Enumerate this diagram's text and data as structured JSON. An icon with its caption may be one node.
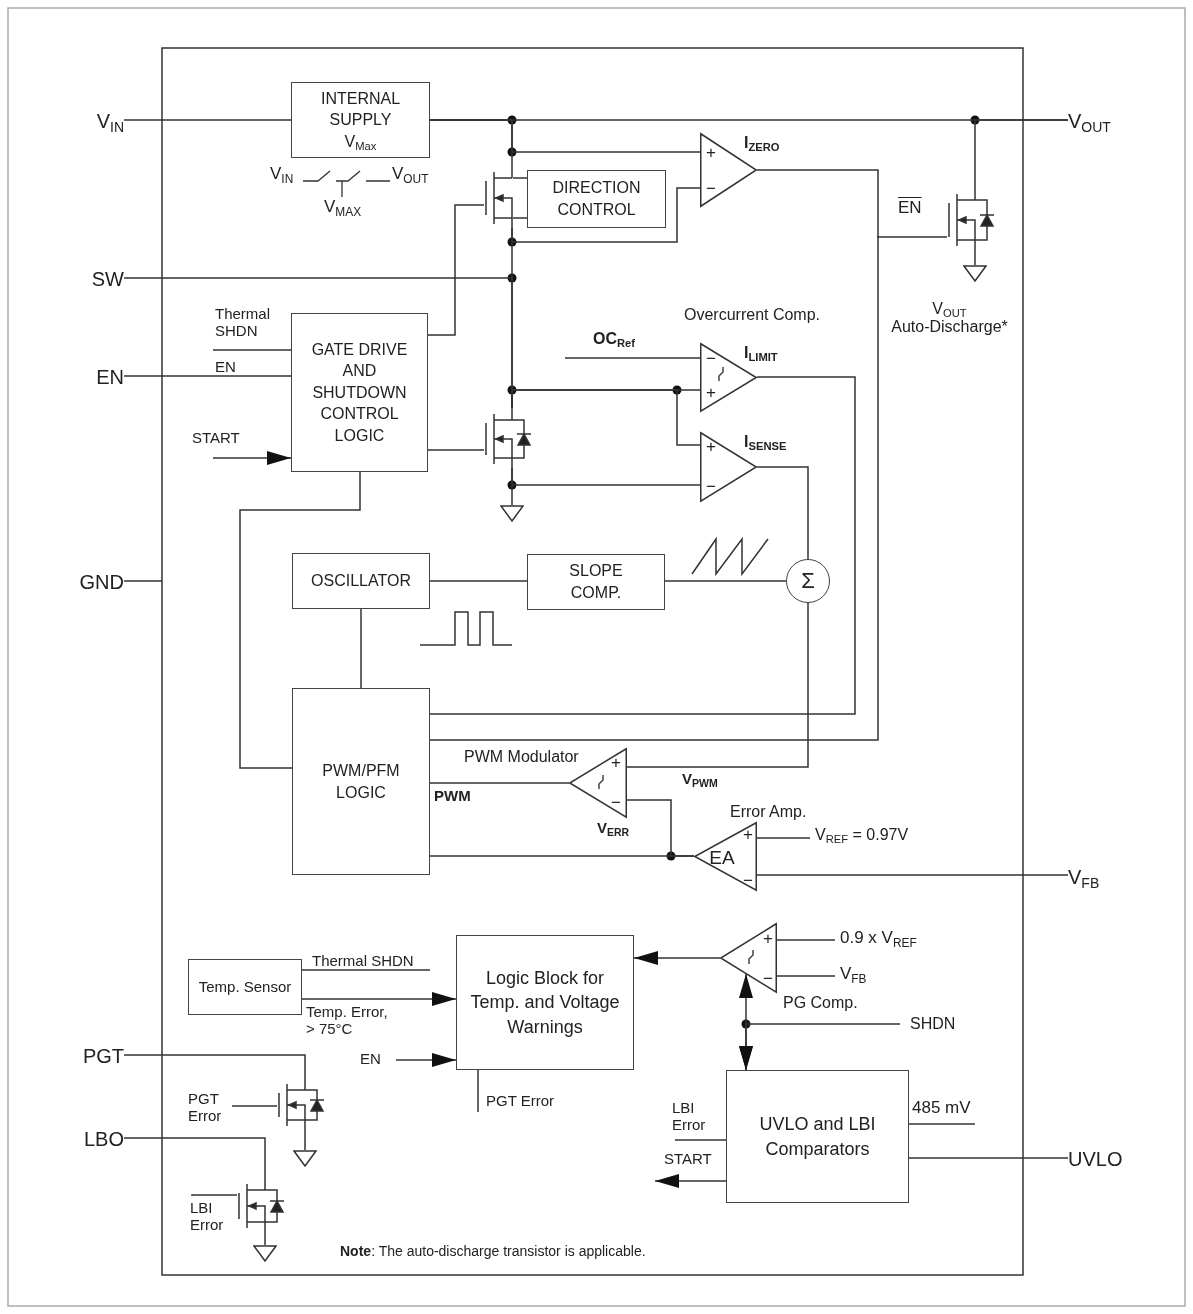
{
  "diagram": {
    "nodes": [
      {
        "text": [
          "V$_{IN}$"
        ]
      },
      {
        "text": [
          "SW"
        ]
      },
      {
        "text": [
          "EN"
        ]
      },
      {
        "text": [
          "GND"
        ]
      },
      {
        "text": [
          "PGT"
        ]
      },
      {
        "text": [
          "LBO"
        ]
      },
      {
        "text": [
          "V$_{OUT}$"
        ]
      },
      {
        "text": [
          "V$_{FB}$"
        ]
      },
      {
        "text": [
          "UVLO"
        ]
      },
      {
        "text": [
          "INTERNAL SUPPLY V$_{Max}$"
        ],
        "beside": [
          "V$_{IN}$",
          "V$_{OUT}$",
          "V$_{MAX}$"
        ]
      },
      {
        "text": [
          "DIRECTION CONTROL"
        ]
      },
      {
        "text": [
          "+",
          "−",
          "I$_{ZERO}$"
        ]
      },
      {
        "text": [
          "GATE DRIVE AND SHUTDOWN CONTROL LOGIC"
        ]
      },
      {
        "text": [
          "Overcurrent Comp.",
          "I$_{LIMIT}$",
          "−",
          "+"
        ]
      },
      {
        "text": [
          "+",
          "−",
          "I$_{SENSE}$"
        ]
      },
      {
        "text": [
          "OSCILLATOR"
        ]
      },
      {
        "text": [
          "SLOPE COMP."
        ]
      },
      {
        "text": [
          "Σ"
        ]
      },
      {
        "text": [
          "PWM/PFM LOGIC"
        ]
      },
      {
        "text": [
          "PWM Modulator",
          "+",
          "−"
        ]
      },
      {
        "text": [
          "Error Amp.",
          "EA",
          "+",
          "−"
        ]
      },
      {
        "text": [
          "Temp. Sensor"
        ]
      },
      {
        "text": [
          "Logic Block for Temp. and Voltage Warnings"
        ]
      },
      {
        "text": [
          "+",
          "−",
          "PG Comp."
        ]
      },
      {
        "text": [
          "UVLO and LBI Comparators"
        ]
      },
      {
        "text": [],
        "shape": "transistor"
      },
      {
        "text": [],
        "shape": "transistor"
      },
      {
        "text": [],
        "shape": "transistor"
      },
      {
        "text": [],
        "shape": "transistor"
      },
      {
        "text": [],
        "shape": "transistor"
      },
      {
        "text": [],
        "shape": "ground"
      },
      {
        "text": [],
        "shape": "ground"
      },
      {
        "text": [],
        "shape": "ground"
      },
      {
        "text": [],
        "shape": "ground"
      },
      {
        "text": [
          "EN"
        ]
      },
      {
        "text": [
          "PGT Error"
        ]
      },
      {
        "text": [
          "LBI Error"
        ]
      }
    ],
    "edges": [
      {
        "from": 0,
        "to": 9,
        "arrow": "none"
      },
      {
        "from": 9,
        "to": 6,
        "arrow": "none"
      },
      {
        "from": 1,
        "to": 26,
        "arrow": "none"
      },
      {
        "from": 2,
        "to": 12,
        "arrow": "none",
        "label": "EN"
      },
      {
        "from": null,
        "to": 12,
        "arrow": "none",
        "label": "Thermal SHDN"
      },
      {
        "from": null,
        "to": 12,
        "arrow": "to",
        "label": "START"
      },
      {
        "from": 12,
        "to": 25,
        "arrow": "none"
      },
      {
        "from": 12,
        "to": 26,
        "arrow": "none"
      },
      {
        "from": 12,
        "to": 18,
        "arrow": "none"
      },
      {
        "from": 3,
        "to": null,
        "arrow": "none"
      },
      {
        "from": 11,
        "to": 18,
        "arrow": "none"
      },
      {
        "from": 13,
        "to": 18,
        "arrow": "none"
      },
      {
        "from": 14,
        "to": 17,
        "arrow": "none"
      },
      {
        "from": null,
        "to": 13,
        "arrow": "none",
        "label": "OC$_{Ref}$"
      },
      {
        "from": 15,
        "to": 16,
        "arrow": "none"
      },
      {
        "from": 16,
        "to": 17,
        "arrow": "none"
      },
      {
        "from": 15,
        "to": 18,
        "arrow": "none"
      },
      {
        "from": 17,
        "to": 19,
        "arrow": "none",
        "label": "V$_{PWM}$"
      },
      {
        "from": 19,
        "to": 18,
        "arrow": "none",
        "label": "PWM"
      },
      {
        "from": 20,
        "to": 19,
        "arrow": "none",
        "label": "V$_{ERR}$"
      },
      {
        "from": 20,
        "to": 18,
        "arrow": "none"
      },
      {
        "from": null,
        "to": 20,
        "arrow": "none",
        "label": "V$_{REF}$ = 0.97V"
      },
      {
        "from": 7,
        "to": 20,
        "arrow": "none"
      },
      {
        "from": 21,
        "to": null,
        "arrow": "none",
        "label": "Thermal SHDN"
      },
      {
        "from": 21,
        "to": 22,
        "arrow": "to",
        "label": "Temp. Error, > 75°C"
      },
      {
        "from": null,
        "to": 22,
        "arrow": "to",
        "label": "EN"
      },
      {
        "from": 22,
        "to": null,
        "arrow": "none",
        "label": "PGT Error"
      },
      {
        "from": 23,
        "to": 22,
        "arrow": "to"
      },
      {
        "from": null,
        "to": 23,
        "arrow": "none",
        "label": "0.9 x V$_{REF}$"
      },
      {
        "from": null,
        "to": 23,
        "arrow": "none",
        "label": "V$_{FB}$"
      },
      {
        "from": 23,
        "to": 24,
        "arrow": "both"
      },
      {
        "from": null,
        "to": 24,
        "arrow": "to",
        "label": "SHDN"
      },
      {
        "from": null,
        "to": 24,
        "arrow": "none",
        "label": "LBI Error"
      },
      {
        "from": 24,
        "to": null,
        "arrow": "to",
        "label": "START"
      },
      {
        "from": null,
        "to": 24,
        "arrow": "none",
        "label": "485 mV"
      },
      {
        "from": 24,
        "to": 8,
        "arrow": "none"
      },
      {
        "from": 4,
        "to": 28,
        "arrow": "none"
      },
      {
        "from": 5,
        "to": 29,
        "arrow": "none"
      },
      {
        "from": 9,
        "to": 25,
        "arrow": "none"
      },
      {
        "from": 9,
        "to": 11,
        "arrow": "none"
      },
      {
        "from": 25,
        "to": 10,
        "arrow": "none"
      },
      {
        "from": 25,
        "to": 10,
        "arrow": "none"
      },
      {
        "from": 25,
        "to": 11,
        "arrow": "none"
      },
      {
        "from": 25,
        "to": 26,
        "arrow": "none"
      },
      {
        "from": 26,
        "to": 13,
        "arrow": "none"
      },
      {
        "from": 26,
        "to": 14,
        "arrow": "none"
      },
      {
        "from": 26,
        "to": 14,
        "arrow": "none"
      },
      {
        "from": 26,
        "to": 30,
        "arrow": "none"
      },
      {
        "from": 27,
        "to": 6,
        "arrow": "none"
      },
      {
        "from": 27,
        "to": 31,
        "arrow": "none"
      },
      {
        "from": 34,
        "to": 27,
        "arrow": "none"
      },
      {
        "from": 28,
        "to": 32,
        "arrow": "none"
      },
      {
        "from": 35,
        "to": 28,
        "arrow": "none"
      },
      {
        "from": 29,
        "to": 33,
        "arrow": "none"
      },
      {
        "from": 36,
        "to": 29,
        "arrow": "none"
      }
    ],
    "labels": [
      "V$_{OUT}$ Auto-Discharge*",
      "**Note**: The auto-discharge transistor is applicable."
    ]
  }
}
